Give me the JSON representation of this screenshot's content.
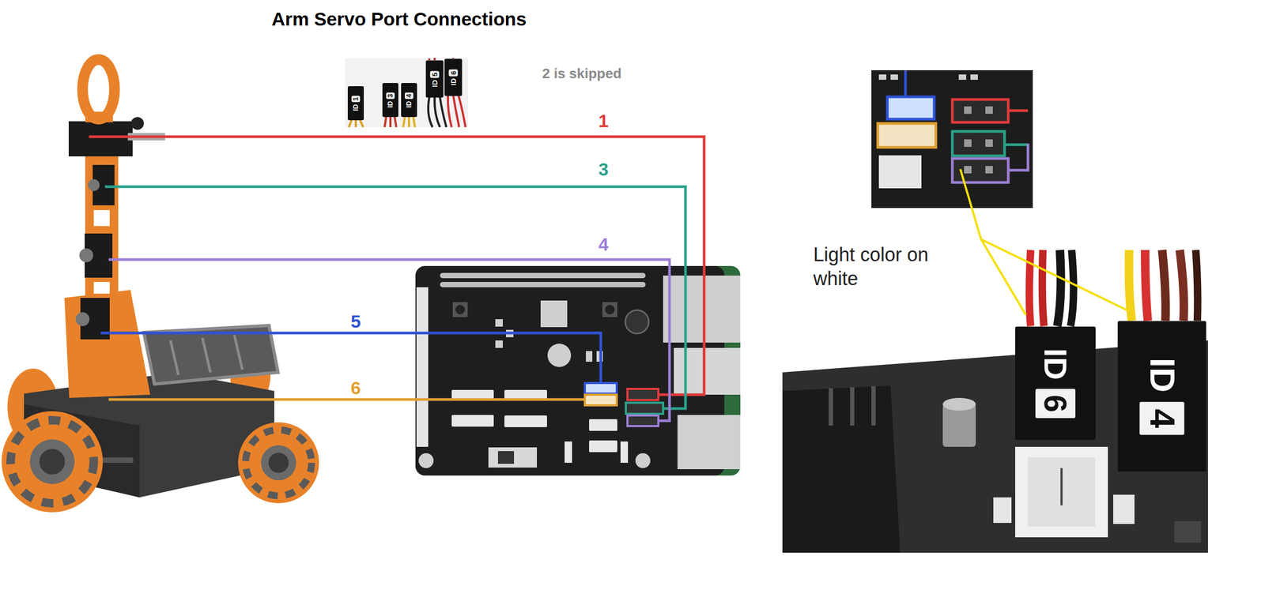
{
  "diagram": {
    "title": "Arm Servo Port Connections",
    "nodes": [
      {
        "text": [
          "ID",
          "1"
        ]
      },
      {
        "text": [
          "ID",
          "3"
        ]
      },
      {
        "text": [
          "ID",
          "4"
        ]
      },
      {
        "text": [
          "ID",
          "5"
        ]
      },
      {
        "text": [
          "ID",
          "6"
        ]
      },
      {
        "text": [
          "ID",
          "6"
        ]
      },
      {
        "text": [
          "ID",
          "4"
        ]
      }
    ],
    "labels": [
      "2 is skipped",
      "1",
      "3",
      "4",
      "5",
      "6",
      "Light color on white"
    ]
  }
}
